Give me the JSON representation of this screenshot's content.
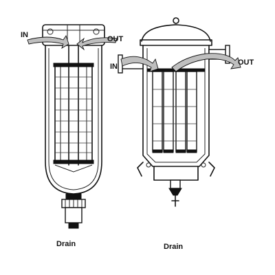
{
  "labels": {
    "left_in": "IN",
    "left_out": "OUT",
    "left_drain": "Drain",
    "right_in": "IN",
    "right_out": "OUT",
    "right_drain": "Drain"
  },
  "colors": {
    "line": "#111111",
    "arrow_fill": "#bfbfbf",
    "background": "#ffffff"
  }
}
